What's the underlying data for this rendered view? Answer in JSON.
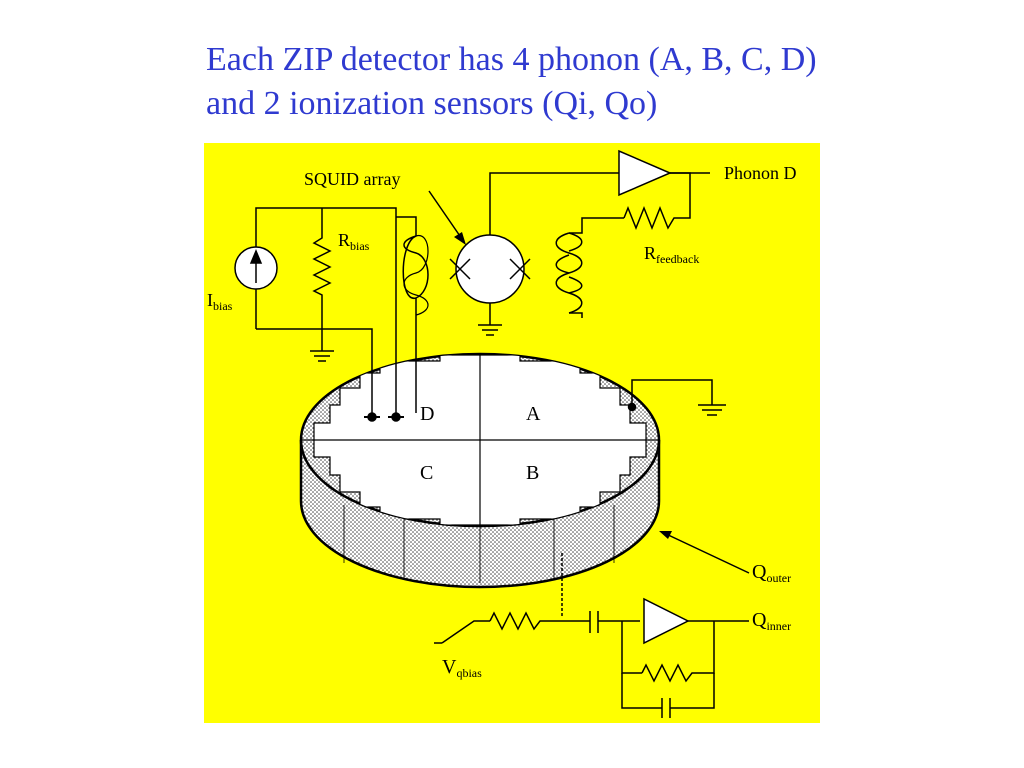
{
  "title": {
    "line1": "Each ZIP detector has 4 phonon (A, B, C, D)",
    "line2": "and 2 ionization sensors (Qi, Qo)"
  },
  "diagram": {
    "background_color": "#ffff00",
    "title_color": "#2f3ad0",
    "labels": {
      "squid_array": "SQUID array",
      "phonon_d": "Phonon D",
      "r_bias_main": "R",
      "r_bias_sub": "bias",
      "r_feedback_main": "R",
      "r_feedback_sub": "feedback",
      "i_bias_main": "I",
      "i_bias_sub": "bias",
      "sensor_d": "D",
      "sensor_a": "A",
      "sensor_c": "C",
      "sensor_b": "B",
      "q_outer_main": "Q",
      "q_outer_sub": "outer",
      "q_inner_main": "Q",
      "q_inner_sub": "inner",
      "v_qbias_main": "V",
      "v_qbias_sub": "qbias"
    }
  }
}
